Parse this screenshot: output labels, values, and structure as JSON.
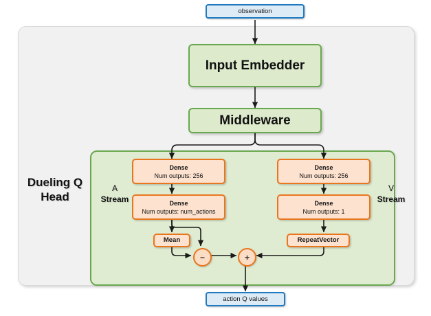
{
  "diagram": {
    "type": "neural-network-architecture",
    "title": "Dueling Q Head network architecture",
    "io": {
      "input_label": "observation",
      "output_label": "action Q values"
    },
    "trunk": [
      {
        "id": "input-embedder",
        "label": "Input Embedder"
      },
      {
        "id": "middleware",
        "label": "Middleware"
      }
    ],
    "head": {
      "name": "Dueling Q",
      "name_line2": "Head",
      "streams": [
        {
          "id": "a-stream",
          "letter": "A",
          "word": "Stream"
        },
        {
          "id": "v-stream",
          "letter": "V",
          "word": "Stream"
        }
      ]
    },
    "a_stream_nodes": [
      {
        "id": "a-dense-1",
        "title": "Dense",
        "subtitle": "Num outputs: 256"
      },
      {
        "id": "a-dense-2",
        "title": "Dense",
        "subtitle": "Num outputs: num_actions"
      },
      {
        "id": "mean",
        "title": "Mean",
        "subtitle": ""
      }
    ],
    "v_stream_nodes": [
      {
        "id": "v-dense-1",
        "title": "Dense",
        "subtitle": "Num outputs: 256"
      },
      {
        "id": "v-dense-2",
        "title": "Dense",
        "subtitle": "Num outputs: 1"
      },
      {
        "id": "repeat-vector",
        "title": "RepeatVector",
        "subtitle": ""
      }
    ],
    "operators": [
      {
        "id": "subtract",
        "symbol": "−",
        "name": "subtract-operator"
      },
      {
        "id": "add",
        "symbol": "+",
        "name": "add-operator"
      }
    ],
    "colors": {
      "io_fill": "#ddebf7",
      "io_border": "#1f7ac0",
      "green_fill": "#ddeacb",
      "green_border": "#6aa84f",
      "orange_fill": "#fce2cf",
      "orange_border": "#e8761e",
      "outer_frame_fill": "#f1f1f1",
      "inner_frame_fill": "#e0ecd2",
      "edge": "#1a1a1a"
    }
  }
}
